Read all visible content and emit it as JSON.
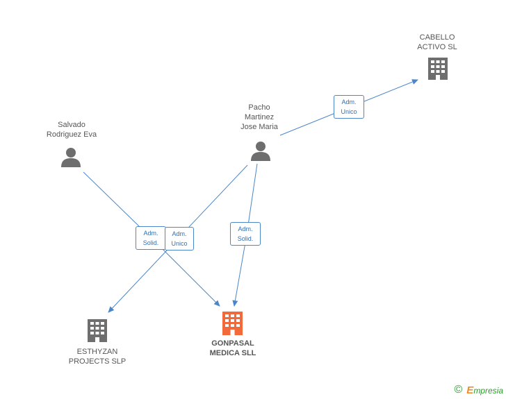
{
  "nodes": {
    "cabello": {
      "label": "CABELLO\nACTIVO SL",
      "type": "company",
      "icon": "building-icon",
      "color": "#6e6e6e"
    },
    "pacho": {
      "label": "Pacho\nMartinez\nJose Maria",
      "type": "person",
      "icon": "person-icon",
      "color": "#6e6e6e"
    },
    "salvado": {
      "label": "Salvado\nRodriguez Eva",
      "type": "person",
      "icon": "person-icon",
      "color": "#6e6e6e"
    },
    "esthyzan": {
      "label": "ESTHYZAN\nPROJECTS SLP",
      "type": "company",
      "icon": "building-icon",
      "color": "#6e6e6e"
    },
    "gonpasal": {
      "label": "GONPASAL\nMEDICA SLL",
      "type": "company",
      "icon": "building-icon",
      "color": "#f26a3a"
    }
  },
  "relations": {
    "pacho_cabello": "Adm.\nUnico",
    "salvado_hub": "Adm.\nSolid.",
    "pacho_hub": "Adm.\nUnico",
    "pacho_gonpasal": "Adm.\nSolid."
  },
  "colors": {
    "edge": "#4a86c8",
    "badge_text": "#2f6fb7"
  },
  "footer": {
    "copyright": "©",
    "brand_initial": "E",
    "brand_rest": "mpresia"
  }
}
